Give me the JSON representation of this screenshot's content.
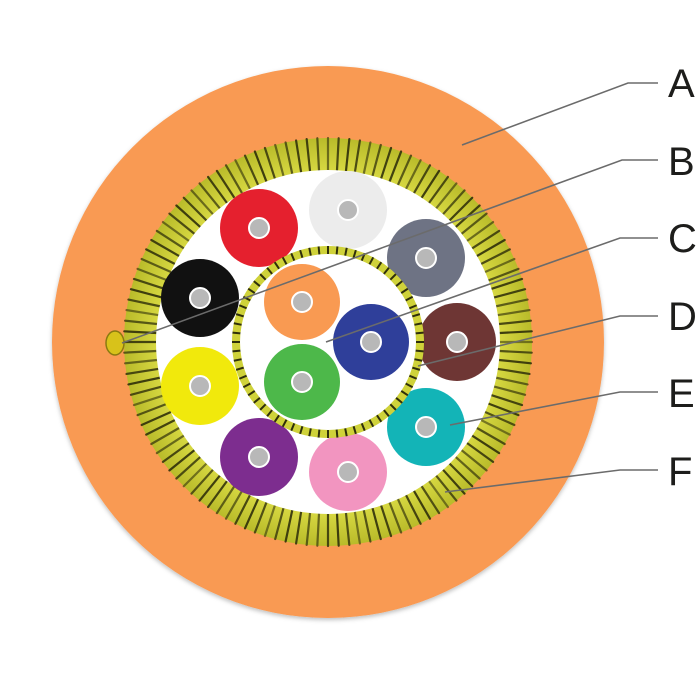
{
  "diagram": {
    "callouts": [
      {
        "id": "A",
        "label": "A"
      },
      {
        "id": "B",
        "label": "B"
      },
      {
        "id": "C",
        "label": "C"
      },
      {
        "id": "D",
        "label": "D"
      },
      {
        "id": "E",
        "label": "E"
      },
      {
        "id": "F",
        "label": "F"
      }
    ],
    "colors": {
      "outer_jacket": "#f99a52",
      "strength_yarn": "#cfd23a",
      "strength_yarn_dark": "#2f2f0a",
      "inner_tube_fill": "#ffffff",
      "rip_cord": "#d8c21a",
      "core_glass": "#b8b8b8",
      "leader_line": "#6b6b6b"
    },
    "outer_fibers": [
      {
        "color_name": "red",
        "color": "#e5202e"
      },
      {
        "color_name": "white",
        "color": "#ececec"
      },
      {
        "color_name": "slate",
        "color": "#6e7384"
      },
      {
        "color_name": "brown",
        "color": "#6e3634"
      },
      {
        "color_name": "aqua",
        "color": "#13b4b7"
      },
      {
        "color_name": "rose",
        "color": "#f295c0"
      },
      {
        "color_name": "violet",
        "color": "#7d2d8f"
      },
      {
        "color_name": "yellow",
        "color": "#f1e90c"
      },
      {
        "color_name": "black",
        "color": "#111111"
      }
    ],
    "inner_fibers": [
      {
        "color_name": "orange",
        "color": "#f99a52"
      },
      {
        "color_name": "blue",
        "color": "#2f3f9a"
      },
      {
        "color_name": "green",
        "color": "#4db84a"
      }
    ]
  }
}
